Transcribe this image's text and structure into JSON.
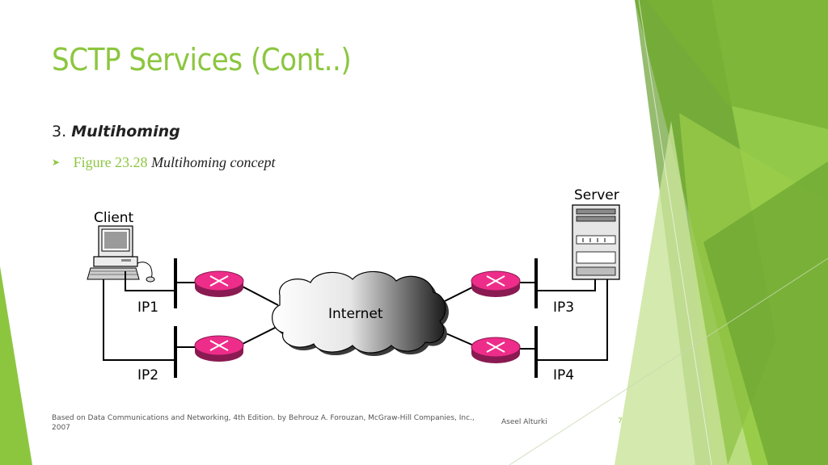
{
  "slide": {
    "title": "SCTP Services (Cont..)",
    "point": {
      "number": "3.",
      "heading": "Multihoming"
    },
    "figure": {
      "label": "Figure 23.28",
      "caption": "Multihoming concept"
    }
  },
  "diagram": {
    "client_label": "Client",
    "server_label": "Server",
    "cloud_label": "Internet",
    "ip_labels": [
      "IP1",
      "IP2",
      "IP3",
      "IP4"
    ]
  },
  "footer": {
    "source": "Based on Data Communications and Networking, 4th Edition. by Behrouz A. Forouzan,  McGraw-Hill Companies, Inc., 2007",
    "author": "Aseel Alturki",
    "page": "7"
  },
  "colors": {
    "accent": "#8cc63f",
    "router": "#ee2d8a",
    "text": "#222222"
  }
}
